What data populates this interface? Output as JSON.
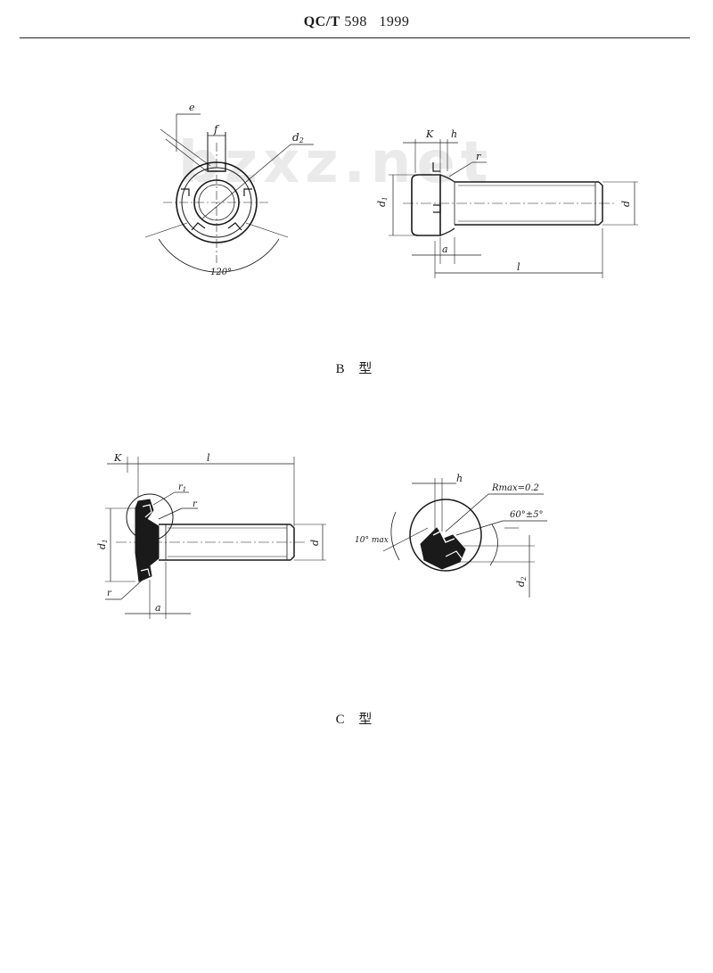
{
  "header": {
    "standard_code": "QC/T",
    "standard_number": "598",
    "year": "1999"
  },
  "watermark": "bzxz.net",
  "figure_b": {
    "caption": "B  型",
    "labels": {
      "e": "e",
      "f": "f",
      "d2": "d",
      "d2_sub": "2",
      "angle": "120°",
      "K": "K",
      "h": "h",
      "r": "r",
      "d1": "d",
      "d1_sub": "1",
      "d": "d",
      "a": "a",
      "l": "l"
    }
  },
  "figure_c": {
    "caption": "C  型",
    "labels": {
      "K": "K",
      "l": "l",
      "r1": "r",
      "r1_sub": "1",
      "r_top": "r",
      "d1": "d",
      "d1_sub": "1",
      "d": "d",
      "r_bottom": "r",
      "a": "a",
      "h": "h",
      "rmax": "Rmax=0.2",
      "angle60": "60°±5°",
      "angle10": "10° max",
      "d2": "d",
      "d2_sub": "2"
    }
  }
}
